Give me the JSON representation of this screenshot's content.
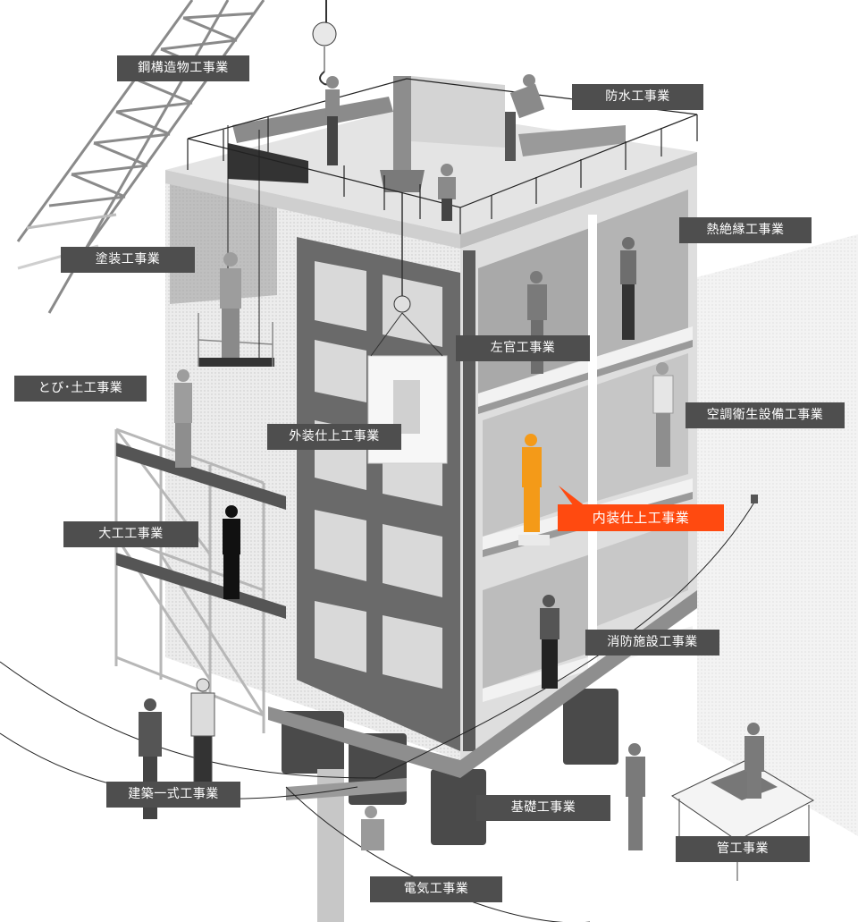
{
  "labels": {
    "steel_structure": "鋼構造物工事業",
    "waterproofing": "防水工事業",
    "painting": "塗装工事業",
    "insulation": "熱絶縁工事業",
    "tobi_earthwork": "とび･土工事業",
    "plastering": "左官工事業",
    "hvac_plumbing": "空調衛生設備工事業",
    "exterior_finish": "外装仕上工事業",
    "interior_finish": "内装仕上工事業",
    "carpentry": "大工工事業",
    "fire_protection": "消防施設工事業",
    "general_construction": "建築一式工事業",
    "foundation": "基礎工事業",
    "piping": "管工事業",
    "electrical": "電気工事業"
  },
  "colors": {
    "label_bg": "#4e4e4e",
    "label_text": "#ffffff",
    "highlight_bg": "#ff4a10",
    "highlight_worker": "#f49a18"
  }
}
